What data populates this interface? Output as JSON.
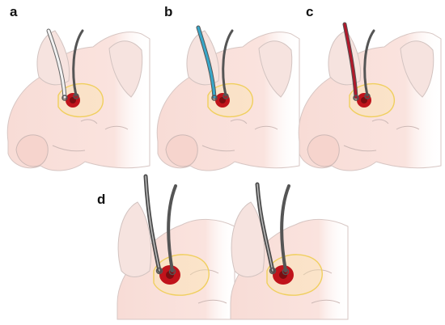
{
  "figure": {
    "panels": [
      {
        "id": "a",
        "label": "a",
        "catheter": "clear",
        "catheter_color": "#f2f2f2"
      },
      {
        "id": "b",
        "label": "b",
        "catheter": "blue",
        "catheter_color": "#38a7c9"
      },
      {
        "id": "c",
        "label": "c",
        "catheter": "red",
        "catheter_color": "#b1182b"
      },
      {
        "id": "d1",
        "label": "d",
        "catheter": "dark",
        "catheter_color": "#4a4a4a"
      },
      {
        "id": "d2",
        "label": "",
        "catheter": "dark",
        "catheter_color": "#4a4a4a"
      }
    ],
    "colors": {
      "skin": "#f8dcd6",
      "skin_outline": "#cfc3c1",
      "ear": "#f6e3df",
      "tissue_outline": "#f0cf5e",
      "lesion": "#c0131b",
      "lesion_core": "#7a0d10",
      "guide_wire": "#555555"
    }
  }
}
